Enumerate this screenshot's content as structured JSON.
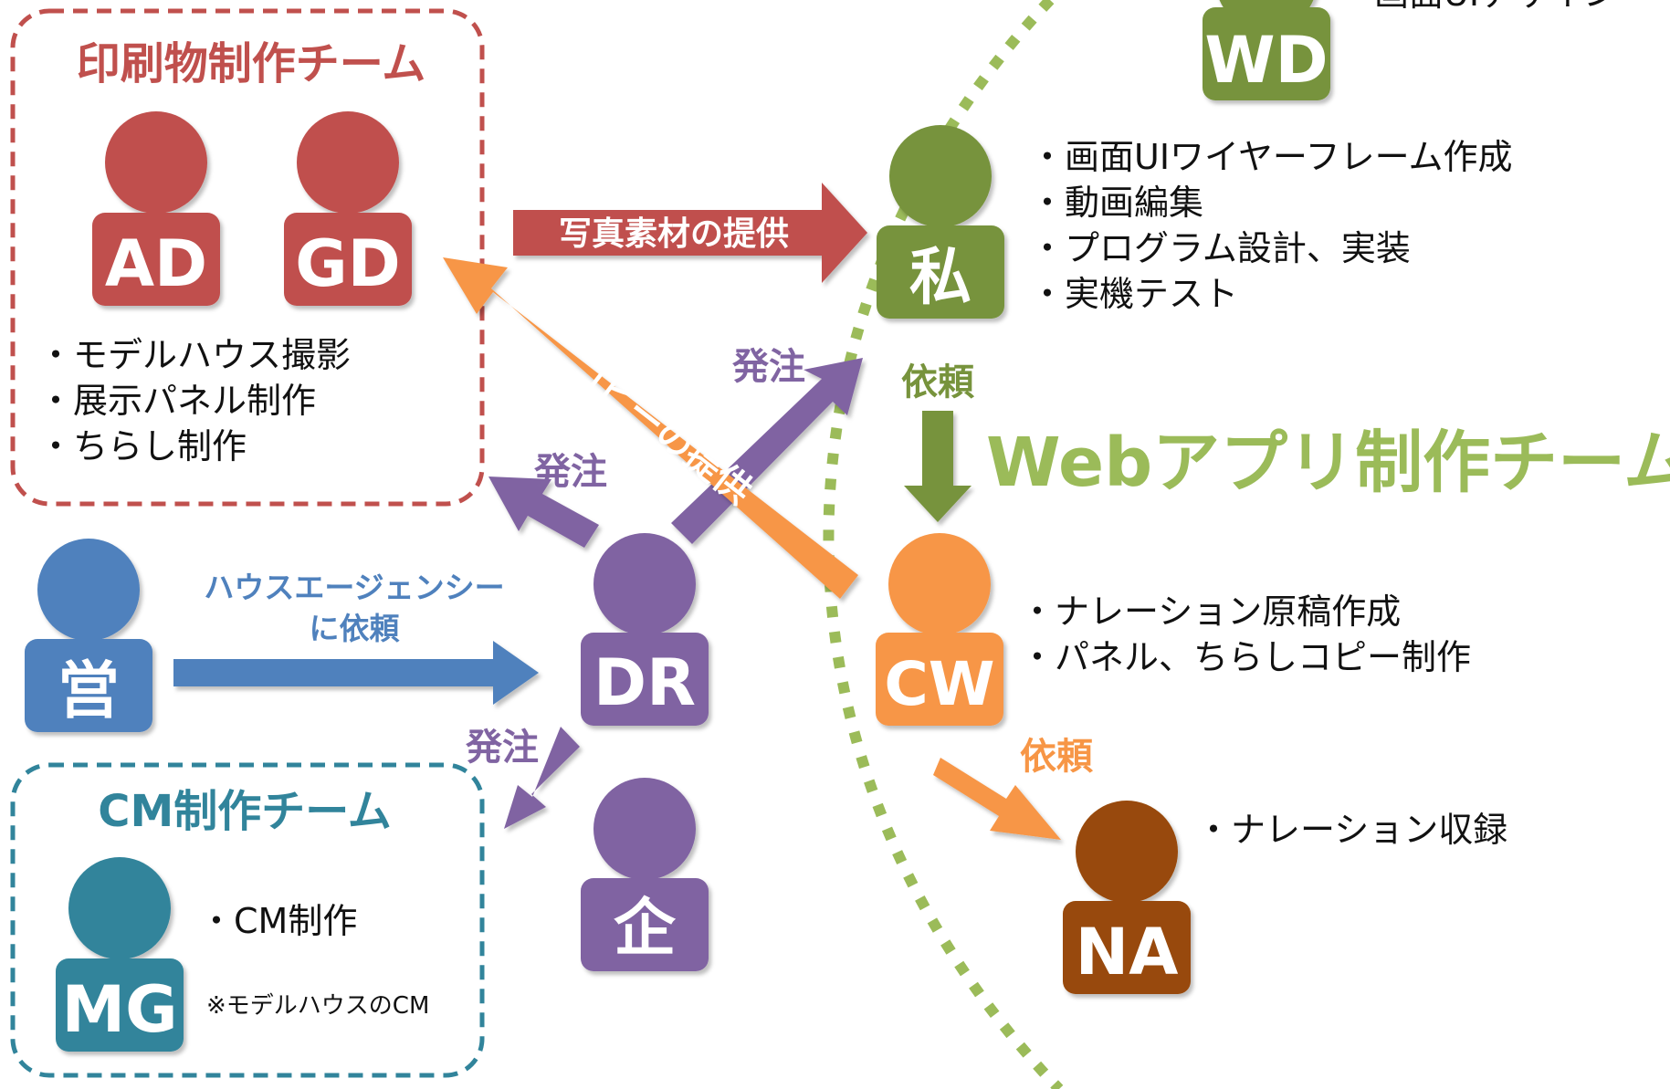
{
  "colors": {
    "print_red": "#c0504d",
    "web_green": "#77933c",
    "web_team_title": "#9bbb59",
    "cm_teal": "#31849b",
    "blue": "#4f81bd",
    "purple": "#8064a2",
    "orange": "#f79646",
    "brown": "#984807"
  },
  "teams": {
    "print": {
      "title": "印刷物制作チーム"
    },
    "cm": {
      "title": "CM制作チーム"
    },
    "web": {
      "title": "Webアプリ制作チーム"
    }
  },
  "people": {
    "ad": {
      "code": "AD",
      "icon": "person-icon"
    },
    "gd": {
      "code": "GD",
      "icon": "person-icon"
    },
    "eigyo": {
      "code": "営",
      "icon": "person-icon"
    },
    "dr": {
      "code": "DR",
      "icon": "person-icon"
    },
    "ki": {
      "code": "企",
      "icon": "person-icon"
    },
    "mg": {
      "code": "MG",
      "icon": "person-icon"
    },
    "wd": {
      "code": "WD",
      "icon": "person-icon"
    },
    "me": {
      "code": "私",
      "icon": "person-icon"
    },
    "cw": {
      "code": "CW",
      "icon": "person-icon"
    },
    "na": {
      "code": "NA",
      "icon": "person-icon"
    }
  },
  "notes": {
    "print_tasks": [
      "・モデルハウス撮影",
      "・展示パネル制作",
      "・ちらし制作"
    ],
    "cm_task": "・CM制作",
    "cm_note": "※モデルハウスのCM",
    "wd_partial": "画面UIデザイン",
    "me_tasks": [
      "・画面UIワイヤーフレーム作成",
      "・動画編集",
      "・プログラム設計、実装",
      "・実機テスト"
    ],
    "cw_tasks": [
      "・ナレーション原稿作成",
      "・パネル、ちらしコピー制作"
    ],
    "na_task": "・ナレーション収録"
  },
  "arrows": {
    "photo": "写真素材の提供",
    "copy": "コピーの提供",
    "order_up": "発注",
    "order_left": "発注",
    "order_down": "発注",
    "agency_line1": "ハウスエージェンシー",
    "agency_line2": "に依頼",
    "request_cw": "依頼",
    "request_na": "依頼"
  }
}
